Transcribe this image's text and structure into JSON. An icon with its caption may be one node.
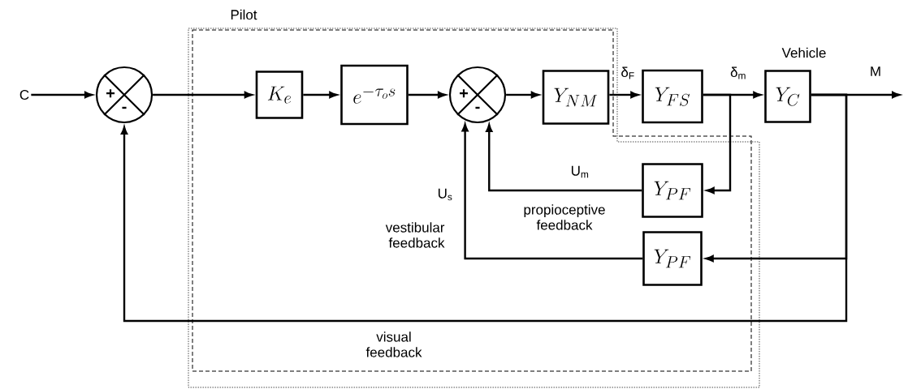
{
  "diagram": {
    "nodes": [
      {
        "text": [
          "C"
        ]
      },
      {
        "text": [
          "+",
          "-"
        ]
      },
      {
        "text": [
          "K_{e}"
        ]
      },
      {
        "text": [
          "e^{-\\tau_{o}s}"
        ]
      },
      {
        "text": [
          "+",
          "-"
        ]
      },
      {
        "text": [
          "Y_{NM}"
        ]
      },
      {
        "text": [
          "Y_{FS}"
        ]
      },
      {
        "text": [
          "Y_{C}"
        ],
        "beside": [
          "Vehicle"
        ]
      },
      {
        "text": [
          "Y_{PF}"
        ]
      },
      {
        "text": [
          "Y_{PF}"
        ]
      }
    ],
    "edges": [
      {
        "from": 0,
        "to": 1,
        "arrow": "to"
      },
      {
        "from": 1,
        "to": 2,
        "arrow": "to"
      },
      {
        "from": 2,
        "to": 3,
        "arrow": "to"
      },
      {
        "from": 3,
        "to": 4,
        "arrow": "to"
      },
      {
        "from": 4,
        "to": 5,
        "arrow": "to"
      },
      {
        "from": 5,
        "to": 6,
        "arrow": "to",
        "label": "δ$_{F}$"
      },
      {
        "from": 6,
        "to": 7,
        "arrow": "to",
        "label": "δ$_{m}$"
      },
      {
        "from": 6,
        "to": 8,
        "arrow": "to"
      },
      {
        "from": 7,
        "to": null,
        "arrow": "to",
        "label": "M"
      },
      {
        "from": 7,
        "to": 9,
        "arrow": "to"
      },
      {
        "from": 7,
        "to": 1,
        "arrow": "to"
      },
      {
        "from": 8,
        "to": 4,
        "arrow": "to",
        "label": "U$_{m}$"
      },
      {
        "from": 9,
        "to": 4,
        "arrow": "to",
        "label": "U$_{s}$"
      }
    ],
    "labels": [
      "Pilot",
      "propioceptive feedback",
      "vestibular feedback",
      "visual feedback"
    ]
  }
}
